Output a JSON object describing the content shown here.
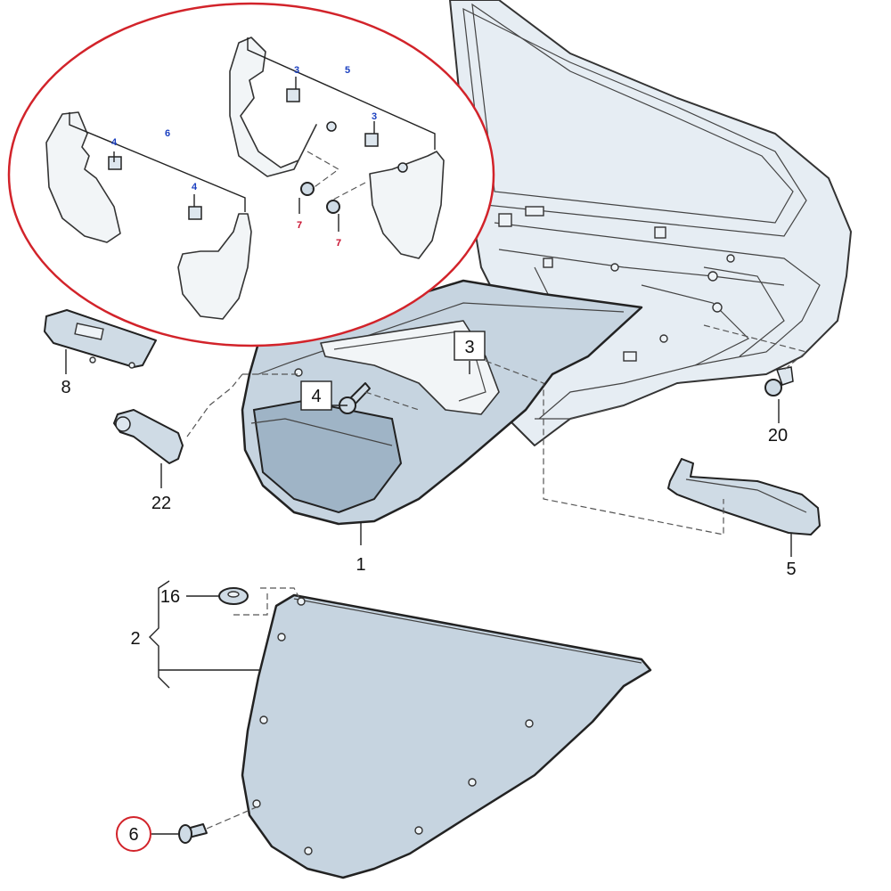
{
  "labels": {
    "p1": "1",
    "p2": "2",
    "p3": "3",
    "p4": "4",
    "p5": "5",
    "p6": "6",
    "p8": "8",
    "p16": "16",
    "p20": "20",
    "p22": "22"
  },
  "inset_labels": {
    "p3a": "3",
    "p3b": "3",
    "p4a": "4",
    "p4b": "4",
    "p5": "5",
    "p6": "6",
    "p7a": "7",
    "p7b": "7"
  },
  "colors": {
    "callout_circle": "#d2232a",
    "inset_number_blue": "#1a3fc0",
    "inset_number_red": "#c8102e",
    "panel_fill": "#c6d4e0"
  }
}
